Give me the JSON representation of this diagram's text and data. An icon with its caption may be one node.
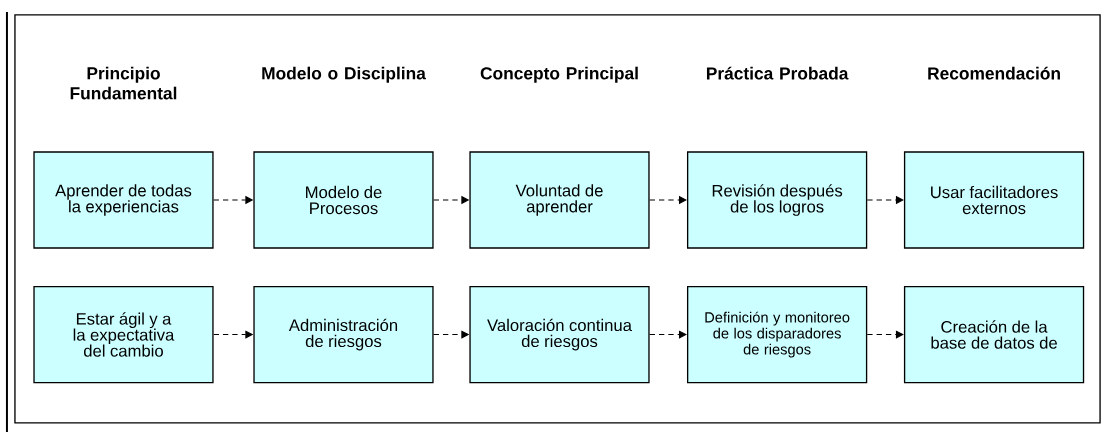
{
  "diagram": {
    "nodes": [
      {
        "text": [
          "Aprender de todas la experiencias"
        ]
      },
      {
        "text": [
          "Modelo de Procesos"
        ]
      },
      {
        "text": [
          "Voluntad de aprender"
        ]
      },
      {
        "text": [
          "Revisión después de los logros"
        ]
      },
      {
        "text": [
          "Usar facilitadores externos"
        ]
      },
      {
        "text": [
          "Estar ágil y a la expectativa del cambio"
        ]
      },
      {
        "text": [
          "Administración de riesgos"
        ]
      },
      {
        "text": [
          "Valoración continua de riesgos"
        ]
      },
      {
        "text": [
          "Definición y monitoreo de los disparadores de riesgos"
        ]
      },
      {
        "text": [
          "Creación de la base de datos de"
        ]
      }
    ],
    "edges": [
      {
        "from": 0,
        "to": 1,
        "arrow": "to",
        "style": "dashed"
      },
      {
        "from": 1,
        "to": 2,
        "arrow": "to",
        "style": "dashed"
      },
      {
        "from": 2,
        "to": 3,
        "arrow": "to",
        "style": "dashed"
      },
      {
        "from": 3,
        "to": 4,
        "arrow": "to",
        "style": "dashed"
      },
      {
        "from": 5,
        "to": 6,
        "arrow": "to",
        "style": "dashed"
      },
      {
        "from": 6,
        "to": 7,
        "arrow": "to",
        "style": "dashed"
      },
      {
        "from": 7,
        "to": 8,
        "arrow": "to",
        "style": "dashed"
      },
      {
        "from": 8,
        "to": 9,
        "arrow": "to",
        "style": "dashed"
      }
    ],
    "labels": [
      "Principio Fundamental",
      "Modelo o Disciplina",
      "Concepto Principal",
      "Práctica Probada",
      "Recomendación"
    ]
  }
}
